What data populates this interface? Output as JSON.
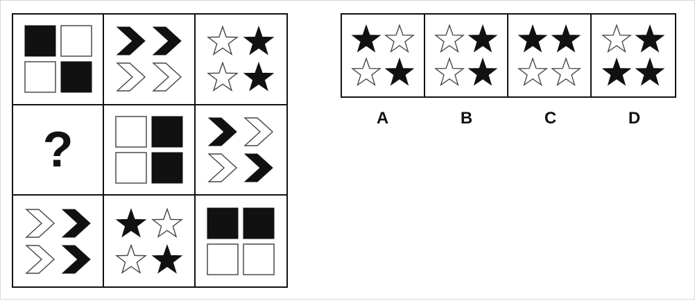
{
  "puzzle": {
    "matrix": [
      {
        "type": "squares",
        "pattern": [
          "filled",
          "outline",
          "outline",
          "filled"
        ]
      },
      {
        "type": "chevrons",
        "pattern": [
          "filled",
          "filled",
          "outline",
          "outline"
        ]
      },
      {
        "type": "stars",
        "pattern": [
          "outline",
          "filled",
          "outline",
          "filled"
        ]
      },
      {
        "type": "question",
        "text": "?"
      },
      {
        "type": "squares",
        "pattern": [
          "outline",
          "filled",
          "outline",
          "filled"
        ]
      },
      {
        "type": "chevrons",
        "pattern": [
          "filled",
          "outline",
          "outline",
          "filled"
        ]
      },
      {
        "type": "chevrons",
        "pattern": [
          "outline",
          "filled",
          "outline",
          "filled"
        ]
      },
      {
        "type": "stars",
        "pattern": [
          "filled",
          "outline",
          "outline",
          "filled"
        ]
      },
      {
        "type": "squares",
        "pattern": [
          "filled",
          "filled",
          "outline",
          "outline"
        ]
      }
    ],
    "options": [
      {
        "label": "A",
        "type": "stars",
        "pattern": [
          "filled",
          "outline",
          "outline",
          "filled"
        ]
      },
      {
        "label": "B",
        "type": "stars",
        "pattern": [
          "outline",
          "filled",
          "outline",
          "filled"
        ]
      },
      {
        "label": "C",
        "type": "stars",
        "pattern": [
          "filled",
          "filled",
          "outline",
          "outline"
        ]
      },
      {
        "label": "D",
        "type": "stars",
        "pattern": [
          "outline",
          "filled",
          "filled",
          "filled"
        ]
      }
    ],
    "colors": {
      "ink": "#111111",
      "paper": "#ffffff"
    }
  }
}
